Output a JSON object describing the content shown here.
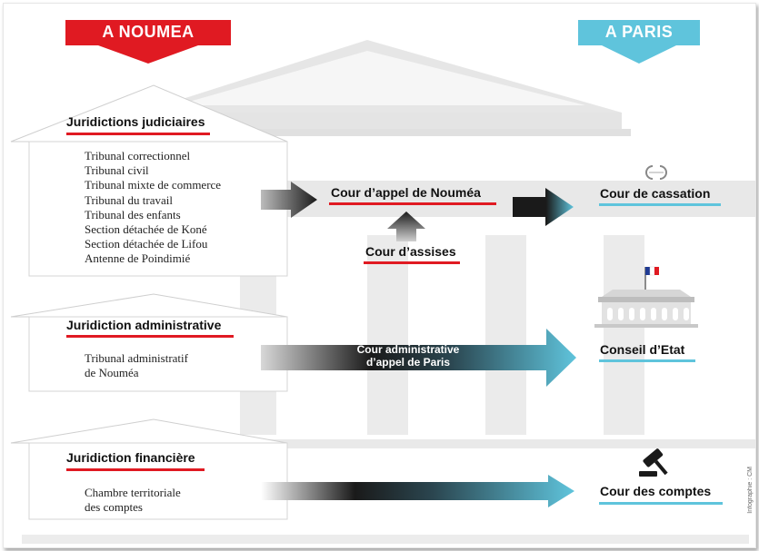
{
  "headers": {
    "noumea": "A NOUMEA",
    "paris": "A PARIS"
  },
  "colors": {
    "red": "#e01a22",
    "blue": "#5fc4dc",
    "dark": "#222222",
    "grey_building": "#e4e4e4"
  },
  "noumea_sections": {
    "judiciaire": {
      "title": "Juridictions judiciaires",
      "items": [
        "Tribunal correctionnel",
        "Tribunal civil",
        "Tribunal mixte de commerce",
        "Tribunal du travail",
        "Tribunal des enfants",
        "Section détachée de Koné",
        "Section détachée de Lifou",
        "Antenne de Poindimié"
      ]
    },
    "administrative": {
      "title": "Juridiction administrative",
      "items": [
        "Tribunal administratif",
        "de Nouméa"
      ]
    },
    "financiere": {
      "title": "Juridiction financière",
      "items": [
        "Chambre territoriale",
        "des comptes"
      ]
    }
  },
  "courts": {
    "appel_noumea": "Cour d’appel de Nouméa",
    "assises": "Cour d’assises",
    "cassation": "Cour de cassation",
    "conseil_etat": "Conseil d’Etat",
    "comptes": "Cour des comptes"
  },
  "arrow_labels": {
    "administrative_appeal": [
      "Cour administrative",
      "d’appel de Paris"
    ]
  },
  "icons": {
    "cassation": "cassation-emblem-icon",
    "conseil_etat": "conseil-etat-building-icon",
    "comptes": "gavel-icon"
  },
  "credit": "Infographie : CM"
}
